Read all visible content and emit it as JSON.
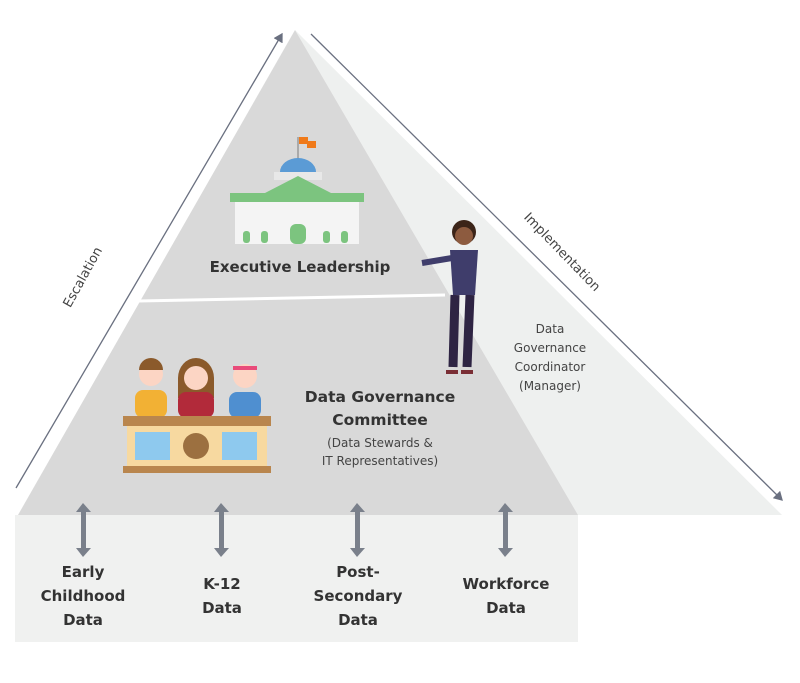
{
  "side_labels": {
    "escalation": "Escalation",
    "implementation": "Implementation"
  },
  "levels": {
    "executive": {
      "title": "Executive Leadership",
      "icon": "capitol-building-icon"
    },
    "committee": {
      "title_line1": "Data Governance",
      "title_line2": "Committee",
      "subtitle_line1": "(Data Stewards &",
      "subtitle_line2": "IT Representatives)",
      "icon": "committee-members-icon"
    },
    "coordinator": {
      "line1": "Data",
      "line2": "Governance",
      "line3": "Coordinator",
      "line4": "(Manager)",
      "icon": "presenter-woman-icon"
    }
  },
  "data_sources": [
    {
      "lines": [
        "Early",
        "Childhood",
        "Data"
      ]
    },
    {
      "lines": [
        "K-12",
        "Data"
      ]
    },
    {
      "lines": [
        "Post-",
        "Secondary",
        "Data"
      ]
    },
    {
      "lines": [
        "Workforce",
        "Data"
      ]
    }
  ],
  "colors": {
    "pyramid": "#d9d9d9",
    "implementation_area": "#eef0ef",
    "base": "#f0f1f0",
    "arrow": "#7a808b",
    "building_green": "#7cc47f"
  }
}
